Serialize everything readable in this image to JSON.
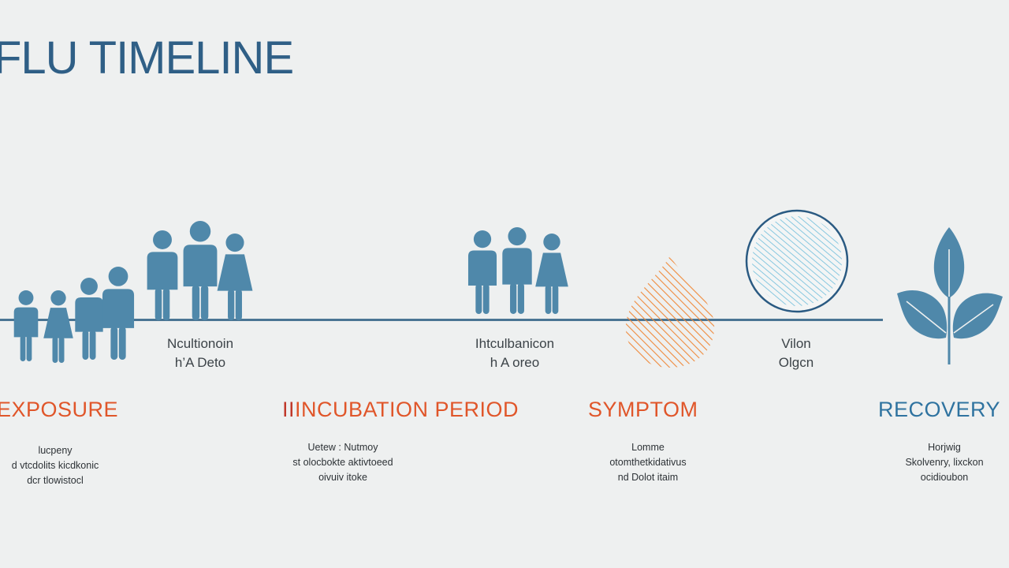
{
  "title": "FLU TIMELINE",
  "colors": {
    "figure_blue": "#4f88aa",
    "dark_blue": "#2f5f86",
    "orange": "#e0562a",
    "recovery_blue": "#2f73a0",
    "light_blue": "#7cc3dd",
    "drop_orange": "#ef8a3c"
  },
  "stages": [
    {
      "title": "EXPOSURE",
      "sublabel": [],
      "desc": [
        "lucpeny",
        "d vtcdolits  kicdkonic",
        "dcr tlowistocl"
      ],
      "icon": "people-icon"
    },
    {
      "title": "INCUBATION PERIOD",
      "title_prefix": "II",
      "sublabel": [
        "Ncultionoin",
        "h’A Deto"
      ],
      "desc": [
        "Uetew :    Nutmoy",
        "st olocbokte aktivtoeed",
        "oivuiv itoke"
      ],
      "icon": "people-icon"
    },
    {
      "title": "",
      "sublabel": [
        "Ihtculbanicon",
        "h A oreo"
      ],
      "desc": [],
      "icon": "people-icon"
    },
    {
      "title": "SYMPTOM",
      "sublabel": [],
      "desc": [
        "Lomme",
        "otomthetkidativus",
        "nd Dolot itaim"
      ],
      "icon": "drop-icon"
    },
    {
      "title": "",
      "sublabel": [
        "Vilon",
        "Olgcn"
      ],
      "desc": [],
      "icon": "circle-icon"
    },
    {
      "title": "RECOVERY",
      "sublabel": [],
      "desc": [
        "Horjwig",
        "Skolvenry, lixckon",
        "ocidioubon"
      ],
      "icon": "leaf-icon"
    }
  ]
}
